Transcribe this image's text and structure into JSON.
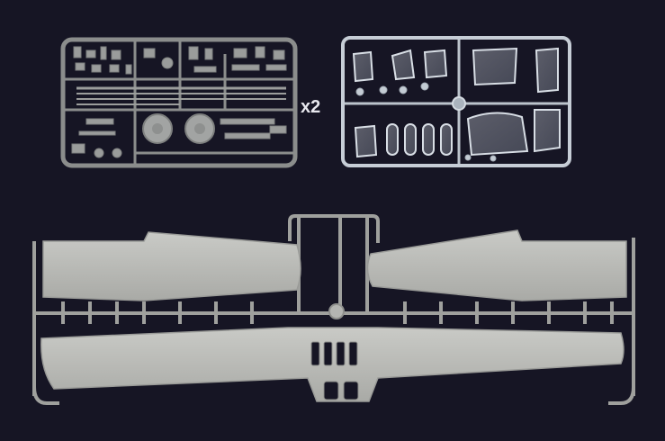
{
  "photo": {
    "background": "#161524",
    "multiplier_label": "x2",
    "sprues": [
      {
        "name": "grey-small-parts-sprue",
        "color": "#8f9190"
      },
      {
        "name": "clear-canopy-sprue",
        "color": "#c8d0d8"
      },
      {
        "name": "wing-sprue",
        "color": "#bdbebb"
      }
    ]
  }
}
